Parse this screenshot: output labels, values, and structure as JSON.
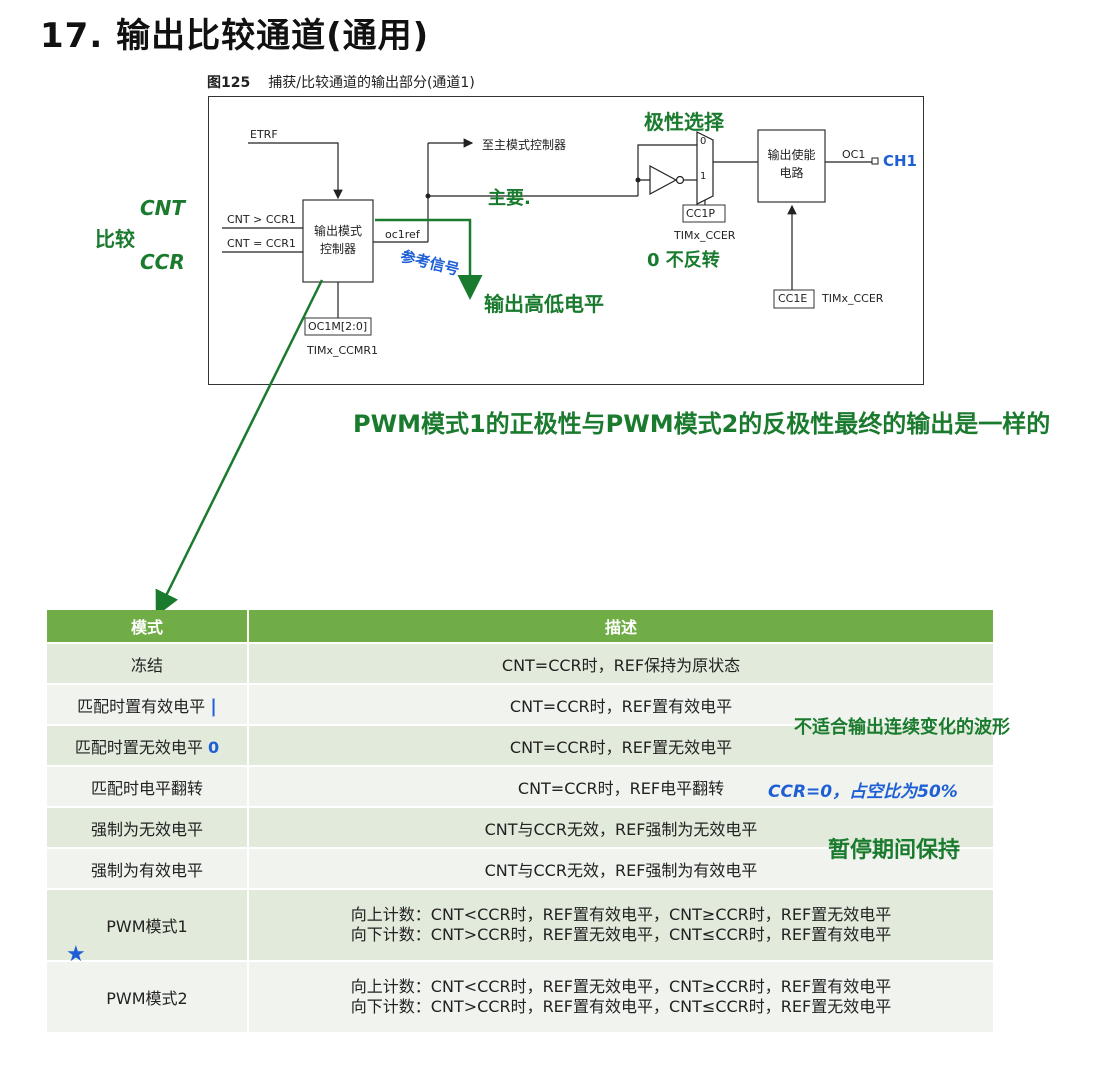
{
  "title": "17. 输出比较通道(通用)",
  "caption": {
    "number": "图125",
    "text": "捕获/比较通道的输出部分(通道1)"
  },
  "diagram": {
    "etrf": "ETRF",
    "cnt_gt_ccr1": "CNT > CCR1",
    "cnt_eq_ccr1": "CNT = CCR1",
    "output_mode_controller": [
      "输出模式",
      "控制器"
    ],
    "oc1ref": "oc1ref",
    "oc1m_reg": "OC1M[2:0]",
    "timx_ccmr1": "TIMx_CCMR1",
    "to_master": "至主模式控制器",
    "mux_0": "0",
    "mux_1": "1",
    "cc1p": "CC1P",
    "timx_ccer_1": "TIMx_CCER",
    "output_enable": [
      "输出使能",
      "电路"
    ],
    "oc1": "OC1",
    "cc1e": "CC1E",
    "timx_ccer_2": "TIMx_CCER"
  },
  "notes": {
    "polarity_select": "极性选择",
    "ch1": "CH1",
    "cnt": "CNT",
    "compare": "比较",
    "ccr": "CCR",
    "main": "主要.",
    "no_invert": "0 不反转",
    "reference_signal": "参考信号",
    "output_level": "输出高低电平",
    "pwm_note": "PWM模式1的正极性与PWM模式2的反极性最终的输出是一样的",
    "not_suitable": "不适合输出连续变化的波形",
    "duty": "CCR=0，占空比为50%",
    "pause_hold": "暂停期间保持",
    "mark_1": "|",
    "mark_0": "0",
    "star": "★"
  },
  "table": {
    "headers": [
      "模式",
      "描述"
    ],
    "rows": [
      {
        "mode": "冻结",
        "desc": "CNT=CCR时，REF保持为原状态"
      },
      {
        "mode": "匹配时置有效电平",
        "desc": "CNT=CCR时，REF置有效电平"
      },
      {
        "mode": "匹配时置无效电平",
        "desc": "CNT=CCR时，REF置无效电平"
      },
      {
        "mode": "匹配时电平翻转",
        "desc": "CNT=CCR时，REF电平翻转"
      },
      {
        "mode": "强制为无效电平",
        "desc": "CNT与CCR无效，REF强制为无效电平"
      },
      {
        "mode": "强制为有效电平",
        "desc": "CNT与CCR无效，REF强制为有效电平"
      }
    ],
    "pwm1": {
      "mode": "PWM模式1",
      "up": "向上计数：CNT<CCR时，REF置有效电平，CNT≥CCR时，REF置无效电平",
      "down": "向下计数：CNT>CCR时，REF置无效电平，CNT≤CCR时，REF置有效电平"
    },
    "pwm2": {
      "mode": "PWM模式2",
      "up": "向上计数：CNT<CCR时，REF置无效电平，CNT≥CCR时，REF置有效电平",
      "down": "向下计数：CNT>CCR时，REF置有效电平，CNT≤CCR时，REF置无效电平"
    }
  }
}
